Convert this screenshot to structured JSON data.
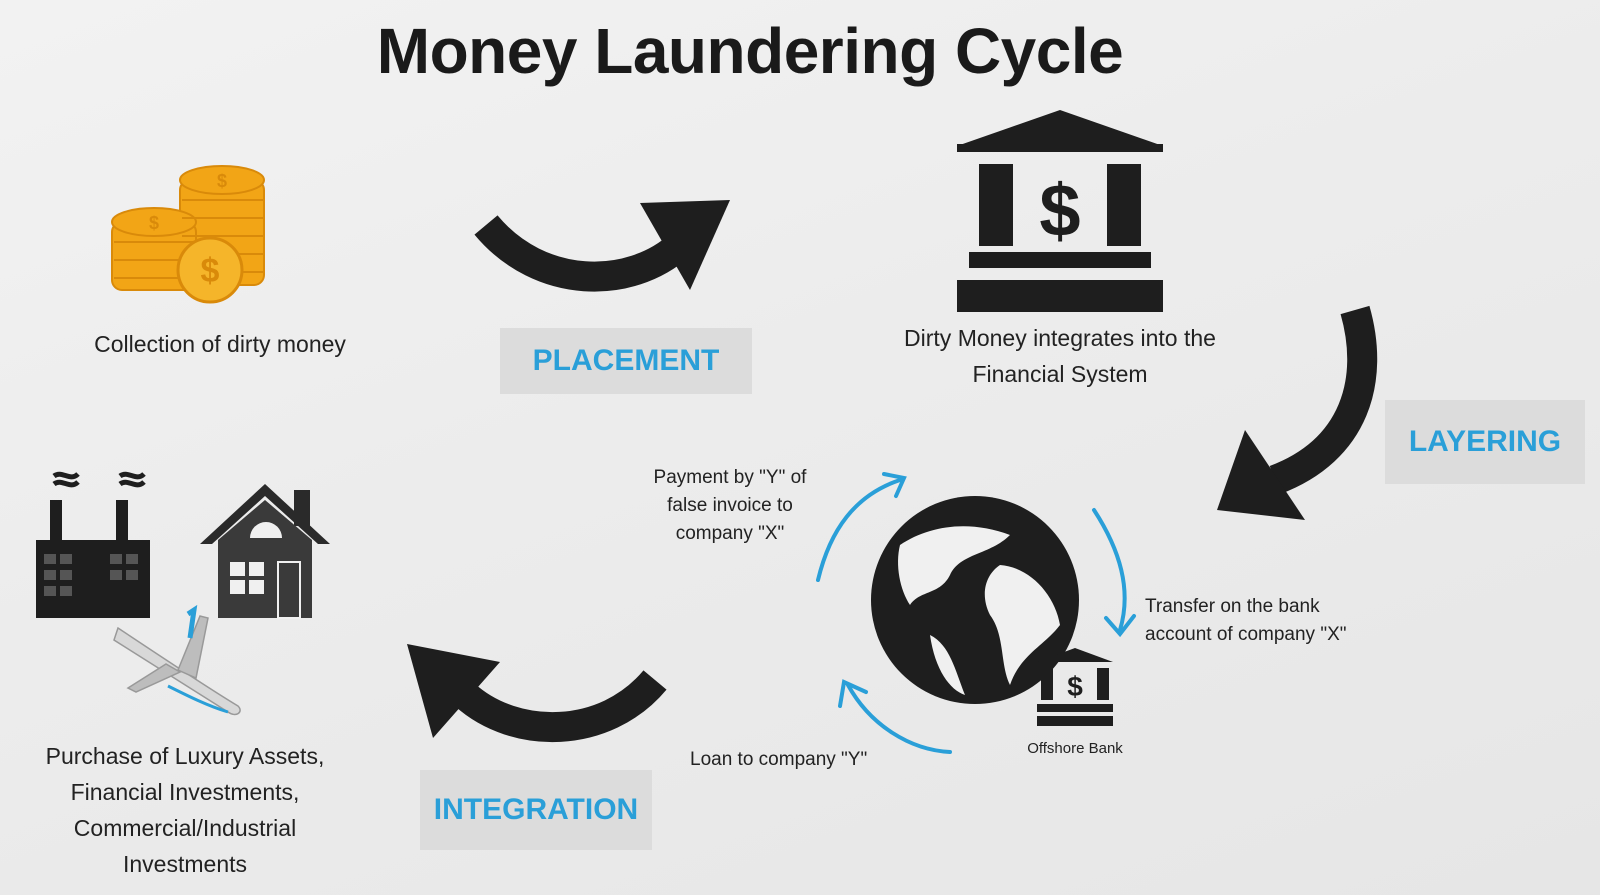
{
  "title": "Money Laundering Cycle",
  "colors": {
    "accent": "#2a9fd8",
    "dark": "#1e1e1e",
    "gold": "#f2a516",
    "badge_bg": "#dcdcdc"
  },
  "stages": {
    "placement": "PLACEMENT",
    "layering": "LAYERING",
    "integration": "INTEGRATION"
  },
  "captions": {
    "collection": "Collection of dirty money",
    "bank_line1": "Dirty Money integrates into the",
    "bank_line2": "Financial System",
    "assets_line1": "Purchase of Luxury Assets,",
    "assets_line2": "Financial Investments,",
    "assets_line3": "Commercial/Industrial",
    "assets_line4": "Investments"
  },
  "layering_cycle": {
    "payment_line1": "Payment by \"Y\" of",
    "payment_line2": "false invoice to",
    "payment_line3": "company \"X\"",
    "transfer_line1": "Transfer on the bank",
    "transfer_line2": "account of company \"X\"",
    "loan": "Loan to company \"Y\"",
    "offshore": "Offshore Bank"
  },
  "icons": {
    "coins": "gold-coins-icon",
    "bank": "bank-dollar-icon",
    "factory": "factory-icon",
    "house": "house-icon",
    "airplane": "airplane-icon",
    "globe": "globe-icon",
    "offshore_bank": "offshore-bank-icon"
  }
}
